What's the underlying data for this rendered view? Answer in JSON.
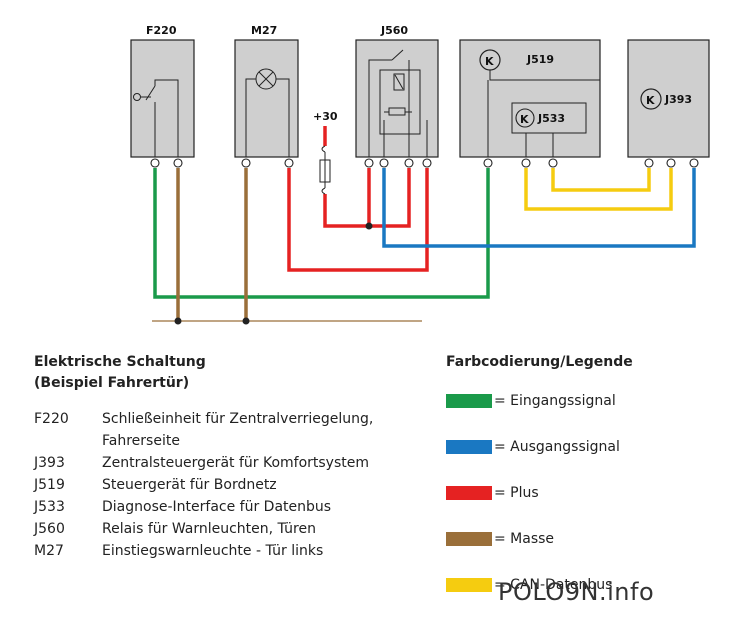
{
  "components": {
    "f220": "F220",
    "m27": "M27",
    "j560": "J560",
    "j519": "J519",
    "j533": "J533",
    "j393": "J393",
    "k_symbol": "K",
    "supply": "+30"
  },
  "description": {
    "title_line1": "Elektrische Schaltung",
    "title_line2": "(Beispiel Fahrertür)",
    "items": [
      {
        "code": "F220",
        "text": "Schließeinheit für Zentralverriegelung,"
      },
      {
        "code": "",
        "text": "Fahrerseite"
      },
      {
        "code": "J393",
        "text": "Zentralsteuergerät für Komfortsystem"
      },
      {
        "code": "J519",
        "text": "Steuergerät für Bordnetz"
      },
      {
        "code": "J533",
        "text": "Diagnose-Interface für Datenbus"
      },
      {
        "code": "J560",
        "text": "Relais für Warnleuchten, Türen"
      },
      {
        "code": "M27",
        "text": "Einstiegswarnleuchte - Tür links"
      }
    ]
  },
  "legend": {
    "title": "Farbcodierung/Legende",
    "items": [
      {
        "color": "#1a9a4a",
        "label": "= Eingangssignal"
      },
      {
        "color": "#1a78c2",
        "label": "= Ausgangssignal"
      },
      {
        "color": "#e52222",
        "label": "= Plus"
      },
      {
        "color": "#9a6f3a",
        "label": "= Masse"
      },
      {
        "color": "#f5cc10",
        "label": "= CAN-Datenbus"
      }
    ]
  },
  "watermark": "POLO9N.info"
}
